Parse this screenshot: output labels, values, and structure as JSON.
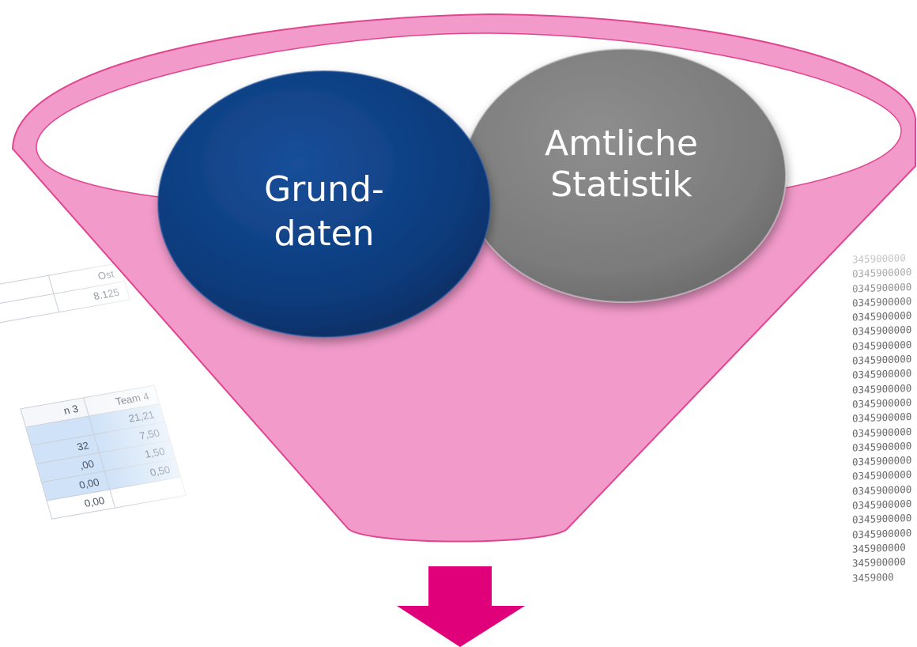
{
  "funnel": {
    "inputs": [
      {
        "label_line1": "Grund-",
        "label_line2": "daten",
        "color": "#0a3a7a"
      },
      {
        "label_line1": "Amtliche",
        "label_line2": "Statistik",
        "color": "#7d7d7d"
      }
    ],
    "funnel_color": "#f29aca",
    "funnel_border_color": "#e0458f",
    "arrow_color": "#e0007a"
  },
  "left_sheet": {
    "table1": {
      "header": [
        "",
        "Ost"
      ],
      "row": [
        "",
        "8.125"
      ]
    },
    "table2": {
      "header": [
        "n 3",
        "Team 4"
      ],
      "rows": [
        [
          "",
          "21,21"
        ],
        [
          "32",
          "7,50"
        ],
        [
          ",00",
          "1,50"
        ],
        [
          "0,00",
          "0,50"
        ],
        [
          "0,00",
          ""
        ]
      ]
    }
  },
  "right_digits": {
    "lines": [
      "345900000",
      "0345900000",
      "0345900000",
      "0345900000",
      "0345900000",
      "0345900000",
      "0345900000",
      "0345900000",
      "0345900000",
      "0345900000",
      "0345900000",
      "0345900000",
      "0345900000",
      "0345900000",
      "0345900000",
      "0345900000",
      "0345900000",
      "0345900000",
      "0345900000",
      "0345900000",
      "345900000",
      "345900000",
      "3459000"
    ]
  }
}
